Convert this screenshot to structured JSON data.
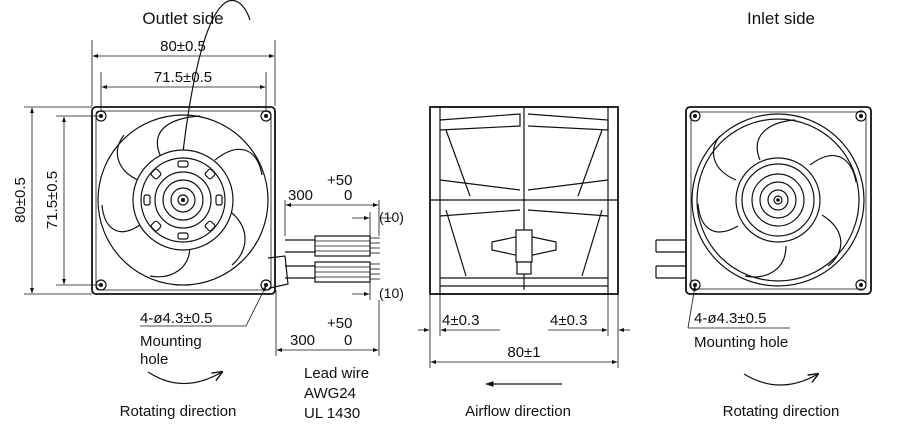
{
  "outlet_view": {
    "title": "Outlet side",
    "dim_outer_width": "80±0.5",
    "dim_hole_pitch_width": "71.5±0.5",
    "dim_outer_height": "80±0.5",
    "dim_hole_pitch_height": "71.5±0.5",
    "mounting_hole_spec": "4-ø4.3±0.5",
    "mounting_hole_label_1": "Mounting",
    "mounting_hole_label_2": "hole",
    "rotation_label": "Rotating direction"
  },
  "lead_wire": {
    "length_top": "300",
    "tol_plus_top": "+50",
    "tol_zero_top": "0",
    "strip_top": "(10)",
    "strip_bottom": "(10)",
    "length_bottom": "300",
    "tol_plus_bottom": "+50",
    "tol_zero_bottom": "0",
    "label": "Lead wire",
    "gauge": "AWG24",
    "standard": "UL 1430"
  },
  "side_view": {
    "dim_left_flange": "4±0.3",
    "dim_right_flange": "4±0.3",
    "dim_depth": "80±1",
    "airflow_label": "Airflow direction"
  },
  "inlet_view": {
    "title": "Inlet side",
    "mounting_hole_spec": "4-ø4.3±0.5",
    "mounting_hole_label": "Mounting hole",
    "rotation_label": "Rotating direction"
  }
}
